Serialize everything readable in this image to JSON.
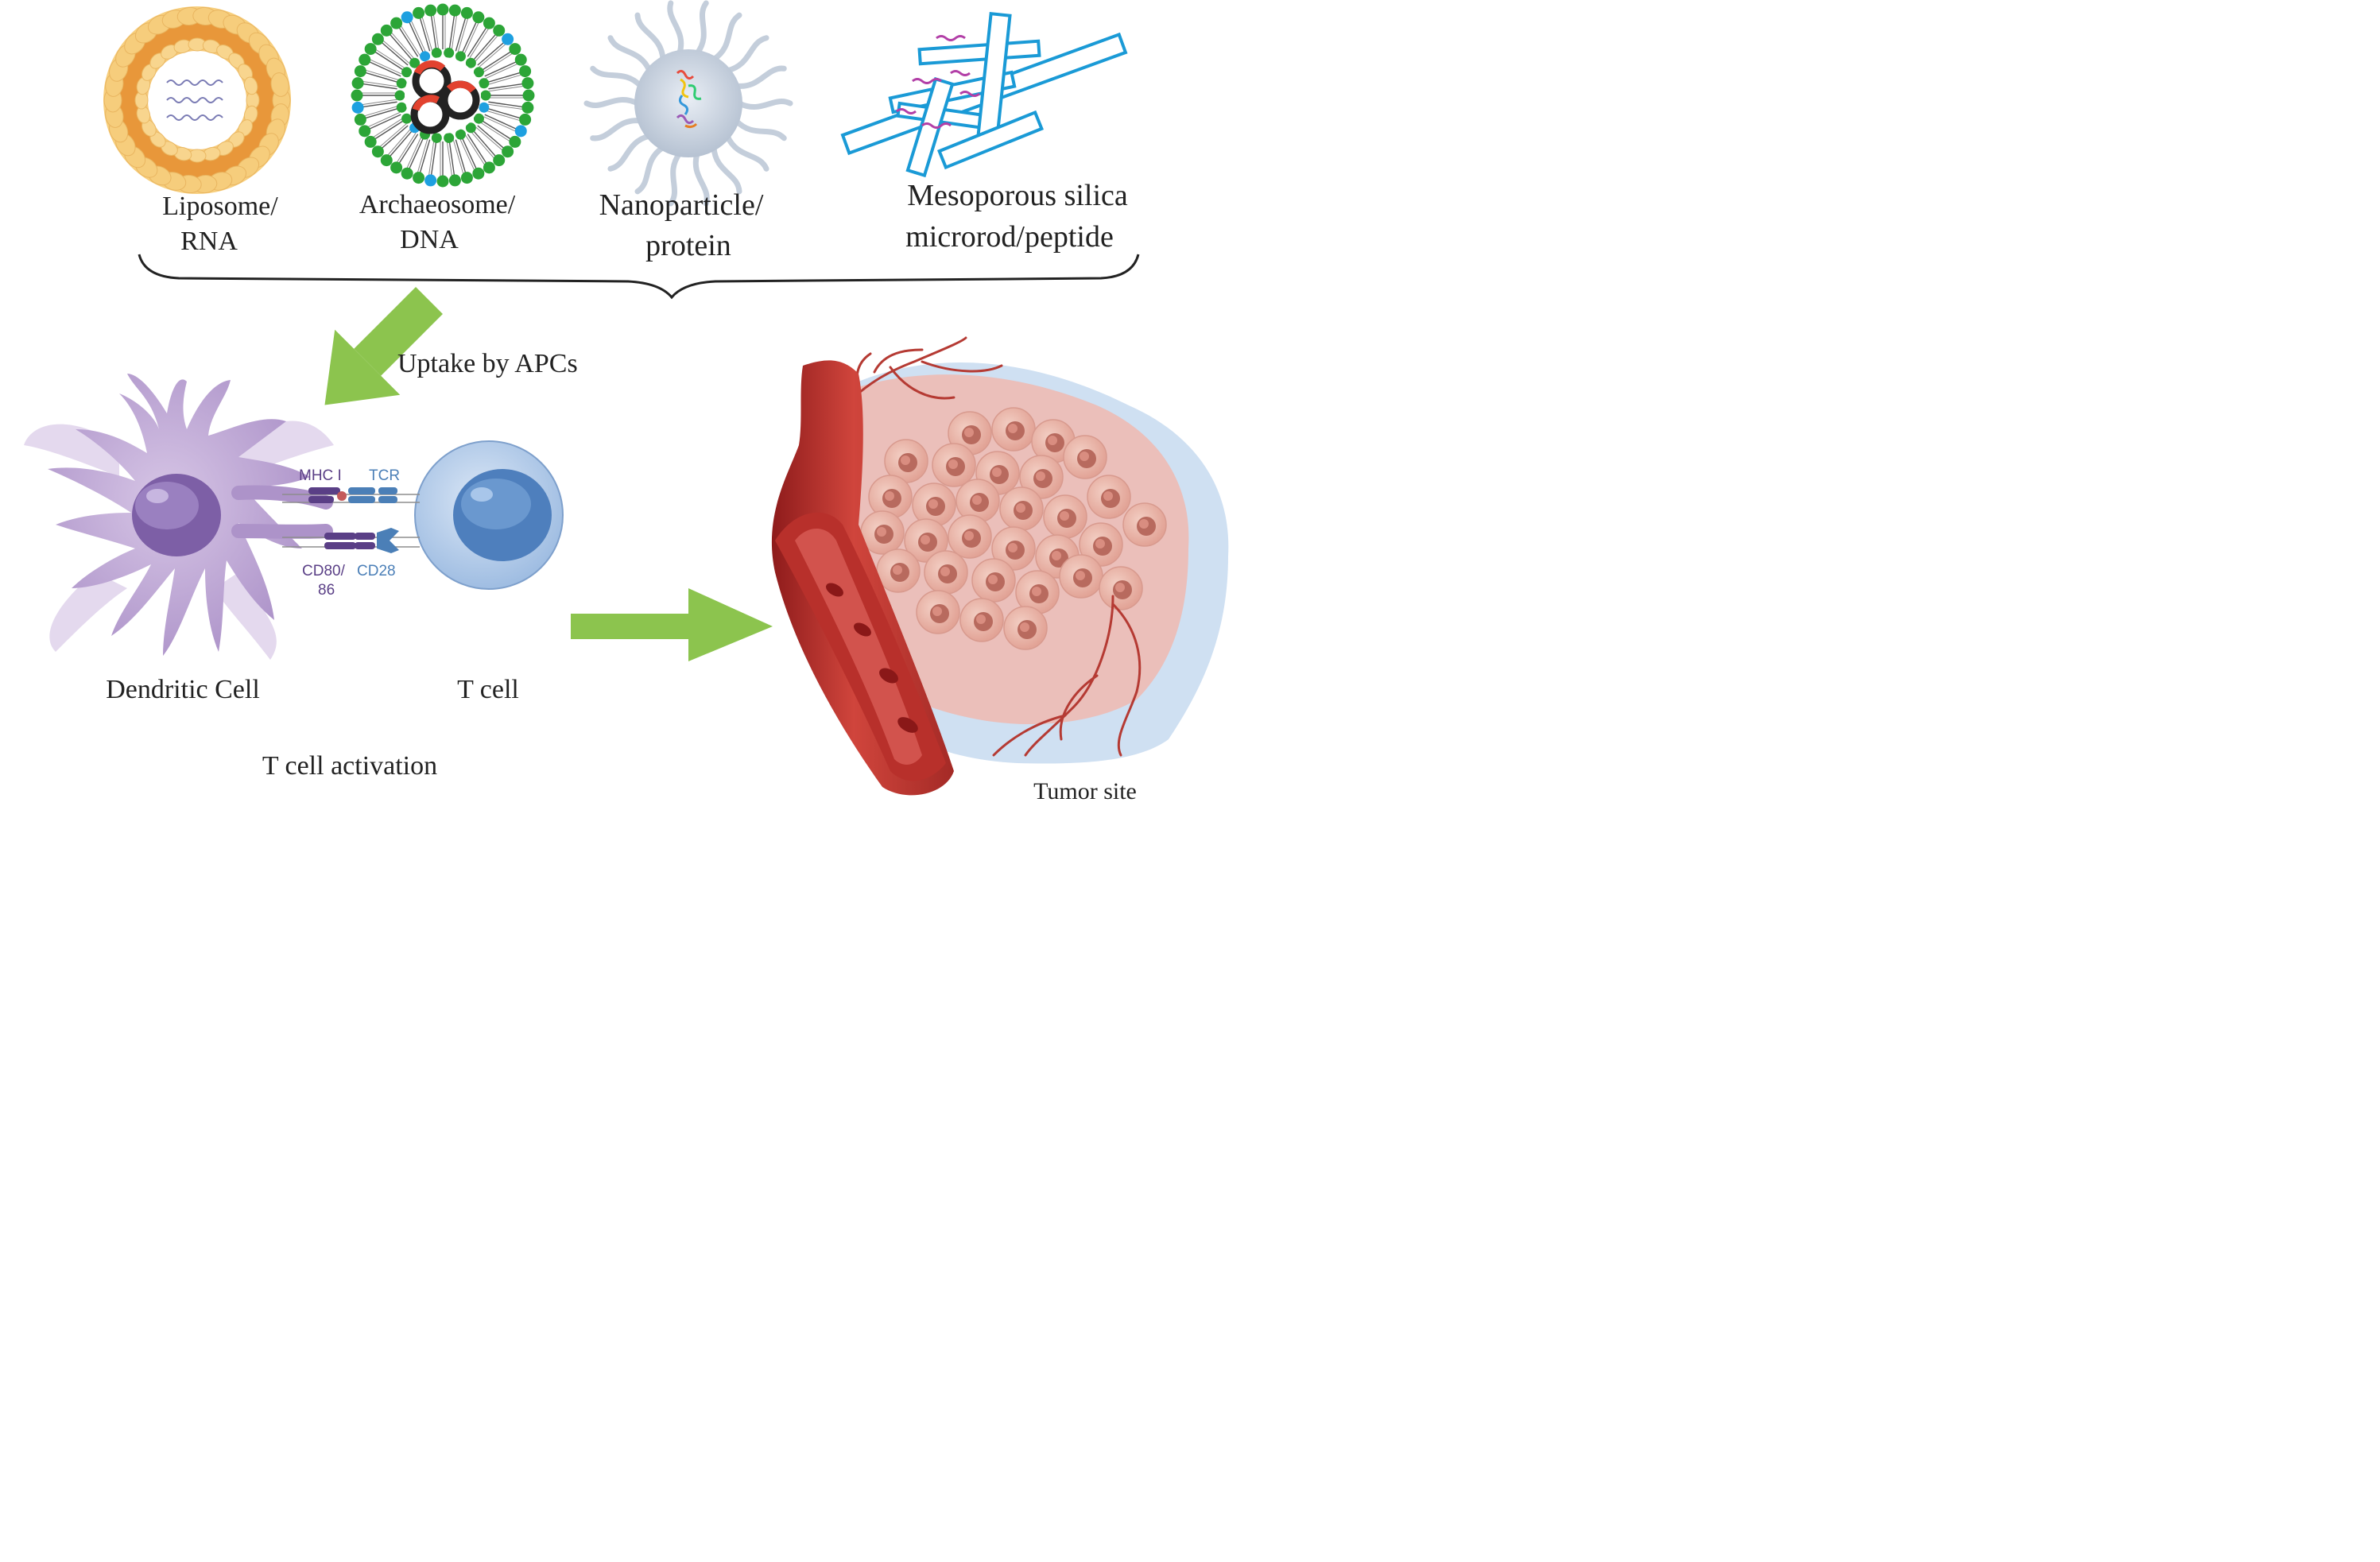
{
  "carriers": {
    "liposome": {
      "line1": "Liposome/",
      "line2": "RNA"
    },
    "archaeosome": {
      "line1": "Archaeosome/",
      "line2": "DNA"
    },
    "nanoparticle": {
      "line1": "Nanoparticle/",
      "line2": "protein"
    },
    "silica": {
      "line1": "Mesoporous silica",
      "line2": "microrod/peptide"
    }
  },
  "uptake_label": "Uptake by APCs",
  "synapse": {
    "mhc": "MHC I",
    "tcr": "TCR",
    "cd80_line1": "CD80/",
    "cd80_line2": "86",
    "cd28": "CD28"
  },
  "cells": {
    "dendritic": "Dendritic Cell",
    "tcell": "T cell"
  },
  "activation_label": "T cell activation",
  "tumor_label": "Tumor site",
  "colors": {
    "arrow": "#8cc44e",
    "liposome_outer": "#e79b3a",
    "liposome_inner": "#f6c978",
    "archaeosome_green": "#2ca537",
    "archaeosome_blue": "#1ea0e0",
    "silica": "#1a9ad6",
    "dendritic": "#c8b2db",
    "tcell": "#b7cdea",
    "vessel": "#c0392b",
    "tumor": "#f0b9b0",
    "tumor_halo": "#cfe0f2"
  }
}
